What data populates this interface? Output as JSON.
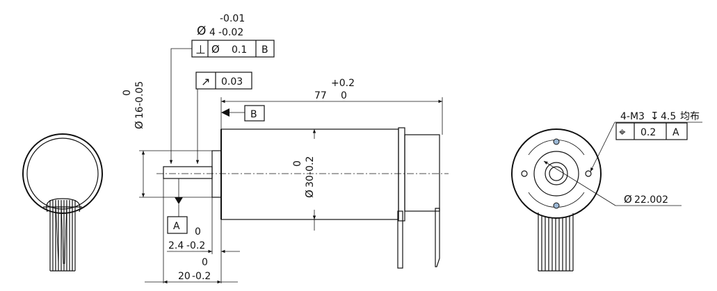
{
  "colors": {
    "line": "#111111",
    "background": "#ffffff",
    "hole_fill": "#9bb7d4"
  },
  "icons": {
    "perpendicularity": "perpendicularity-icon",
    "runout": "circular-runout-icon",
    "position": "position-icon",
    "depth": "depth-icon",
    "diameter": "diameter-symbol"
  },
  "side_view": {
    "shaft_dia": {
      "symbol": "Ø",
      "nominal": "4",
      "tol_upper": "-0.01",
      "tol_lower": "-0.02"
    },
    "perpendicularity_frame": {
      "symbol": "⊥",
      "dia_symbol": "Ø",
      "value": "0.1",
      "datum": "B"
    },
    "runout_frame": {
      "symbol": "↗",
      "value": "0.03"
    },
    "length": {
      "nominal": "77",
      "tol_upper": "+0.2",
      "tol_lower": "0"
    },
    "datum_b": "B",
    "datum_a": "A",
    "boss_dia": {
      "symbol": "Ø",
      "nominal": "16",
      "tol_upper": "0",
      "tol_lower": "-0.05"
    },
    "body_dia": {
      "symbol": "Ø",
      "nominal": "30",
      "tol_upper": "0",
      "tol_lower": "-0.2"
    },
    "boss_len": {
      "nominal": "2.4",
      "tol_upper": "0",
      "tol_lower": "-0.2"
    },
    "shaft_len": {
      "nominal": "20",
      "tol_upper": "0",
      "tol_lower": "-0.2"
    }
  },
  "front_view": {
    "holes_callout": "4-M3",
    "depth_symbol": "↧",
    "depth_value": "4.5",
    "distribution_note": "均布",
    "position_frame": {
      "symbol": "⌖",
      "value": "0.2",
      "datum": "A"
    },
    "pcd": {
      "symbol": "Ø",
      "value": "22.002"
    }
  }
}
